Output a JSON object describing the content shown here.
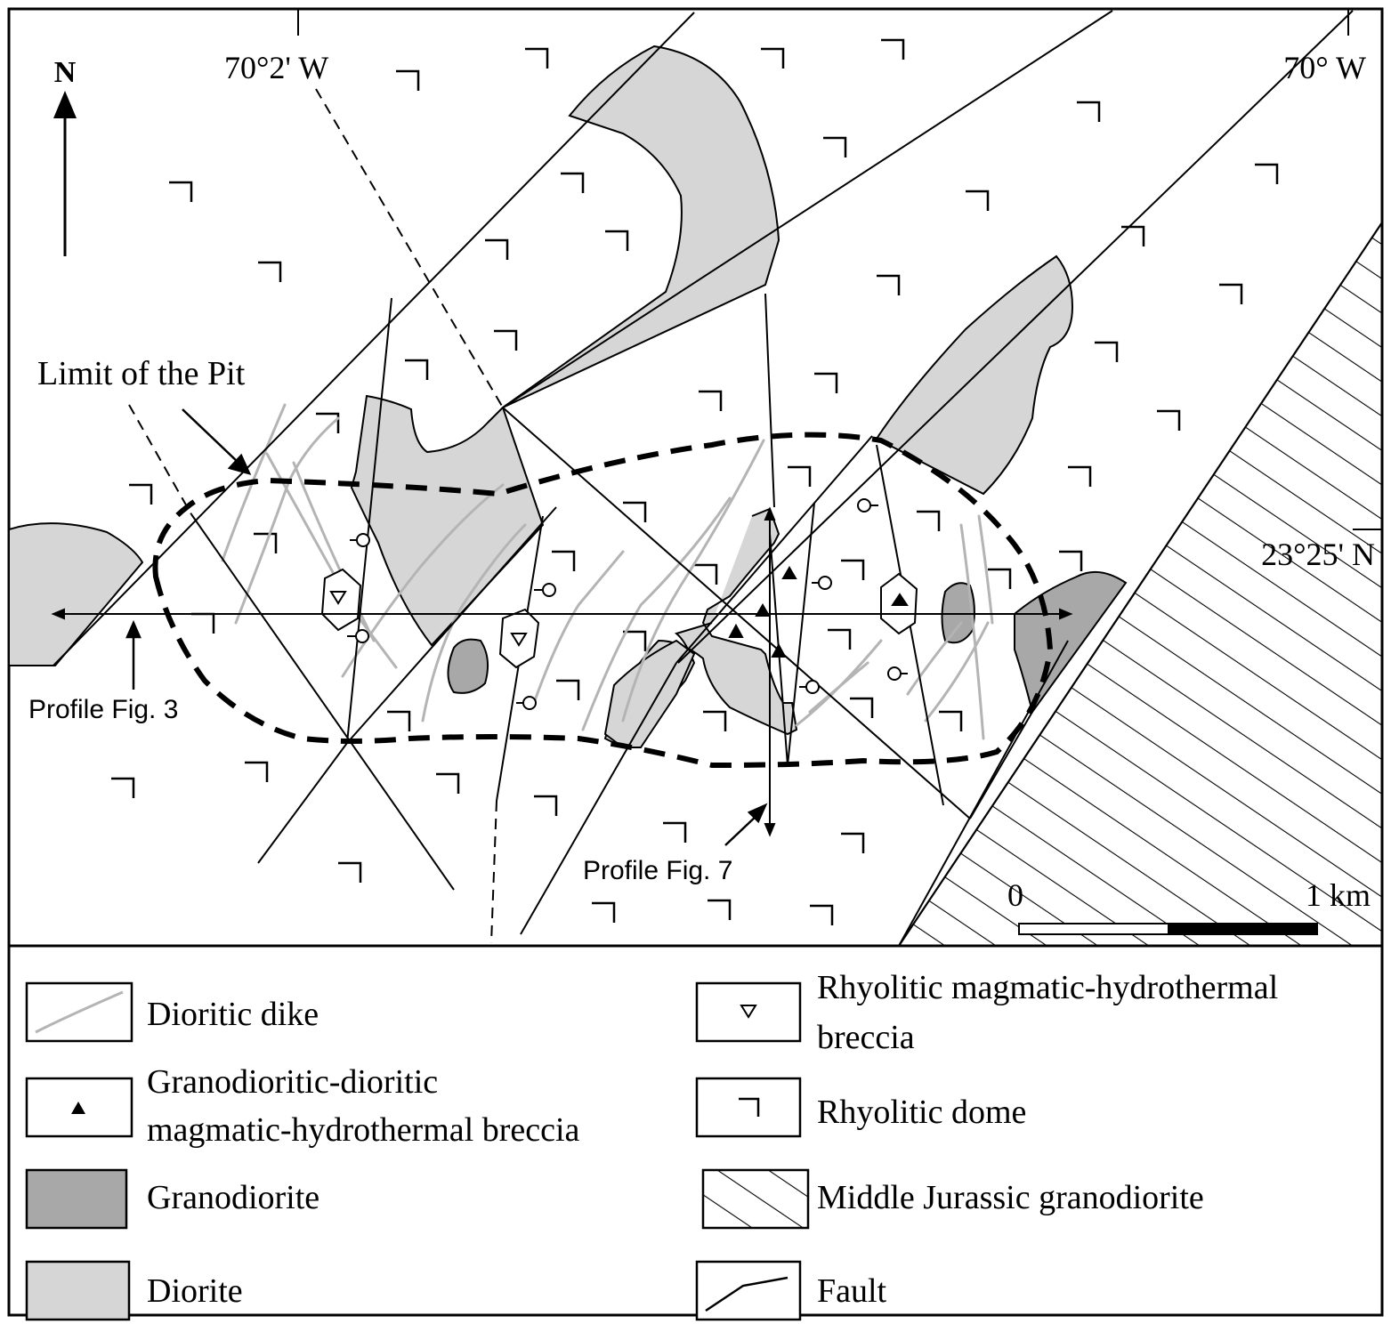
{
  "map": {
    "north_label": "N",
    "longitude_west": "70°2' W",
    "longitude_east": "70° W",
    "latitude": "23°25' N",
    "pit_label": "Limit of the Pit",
    "profile_fig3": "Profile Fig. 3",
    "profile_fig7": "Profile Fig. 7",
    "scale_start": "0",
    "scale_end": "1 km",
    "scale_length_km": 1
  },
  "legend": {
    "dioritic_dike": "Dioritic dike",
    "granodioritic_breccia_line1": "Granodioritic-dioritic",
    "granodioritic_breccia_line2": "magmatic-hydrothermal breccia",
    "granodiorite": "Granodiorite",
    "diorite": "Diorite",
    "rhyolitic_breccia_line1": "Rhyolitic magmatic-hydrothermal",
    "rhyolitic_breccia_line2": "breccia",
    "rhyolitic_dome": "Rhyolitic dome",
    "middle_jurassic": "Middle Jurassic granodiorite",
    "fault": "Fault"
  },
  "colors": {
    "diorite": "#d6d6d6",
    "granodiorite": "#a8a8a8",
    "dike": "#b4b4b4",
    "line": "#000000"
  }
}
